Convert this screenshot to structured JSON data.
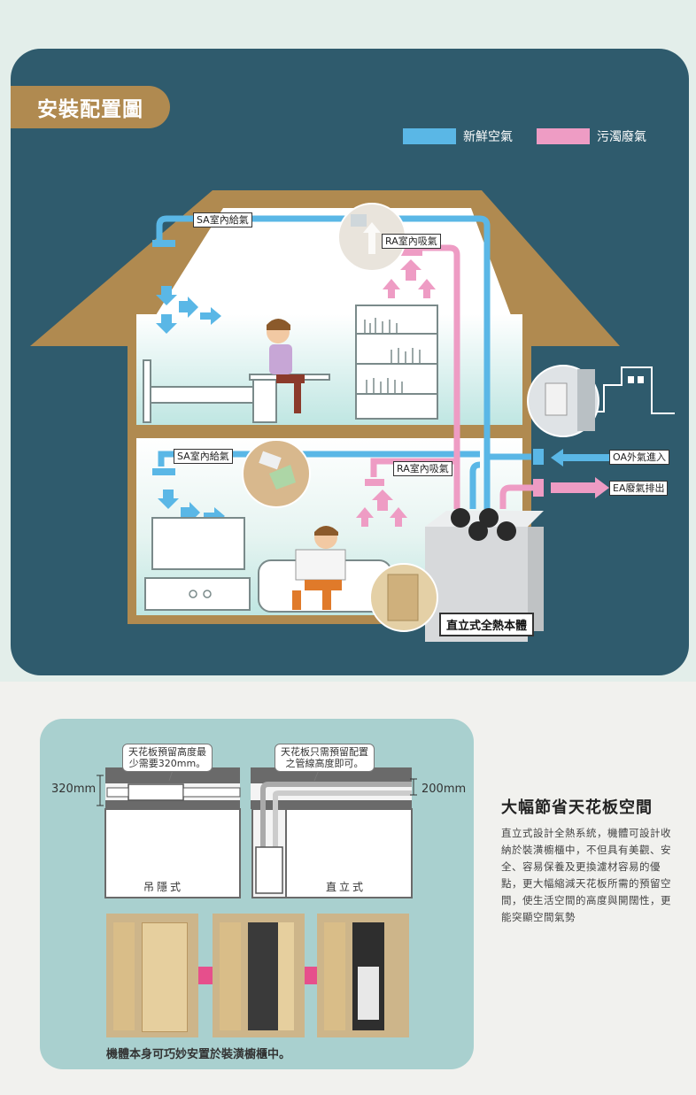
{
  "section_title": "安裝配置圖",
  "legend": [
    {
      "label": "新鮮空氣",
      "color": "#5ab7e6"
    },
    {
      "label": "污濁廢氣",
      "color": "#ee9cc4"
    }
  ],
  "colors": {
    "fresh": "#5ab7e6",
    "exhaust": "#ee9cc4",
    "panel": "#2f5b6d",
    "house": "#b08a50",
    "tab": "#b08a50"
  },
  "labels": {
    "sa_upper": "SA室內給氣",
    "ra_upper": "RA室內吸氣",
    "sa_lower": "SA室內給氣",
    "ra_lower": "RA室內吸氣",
    "oa": "OA外氣進入",
    "ea": "EA廢氣排出",
    "unit": "直立式全熱本體"
  },
  "comparison": {
    "left_callout": [
      "天花板預留高度最",
      "少需要320mm。"
    ],
    "right_callout": [
      "天花板只需預留配置",
      "之管線高度即可。"
    ],
    "left_dim": "320mm",
    "right_dim": "200mm",
    "left_type": "吊隱式",
    "right_type": "直立式",
    "caption": "機體本身可巧妙安置於裝潢櫥櫃中。"
  },
  "feature": {
    "title": "大幅節省天花板空間",
    "body": "直立式設計全熱系統，機體可設計收納於裝潢櫥櫃中，不但具有美觀、安全、容易保養及更換濾材容易的優點，更大幅縮減天花板所需的預留空間，使生活空間的高度與開闊性，更能突顯空間氣勢"
  }
}
